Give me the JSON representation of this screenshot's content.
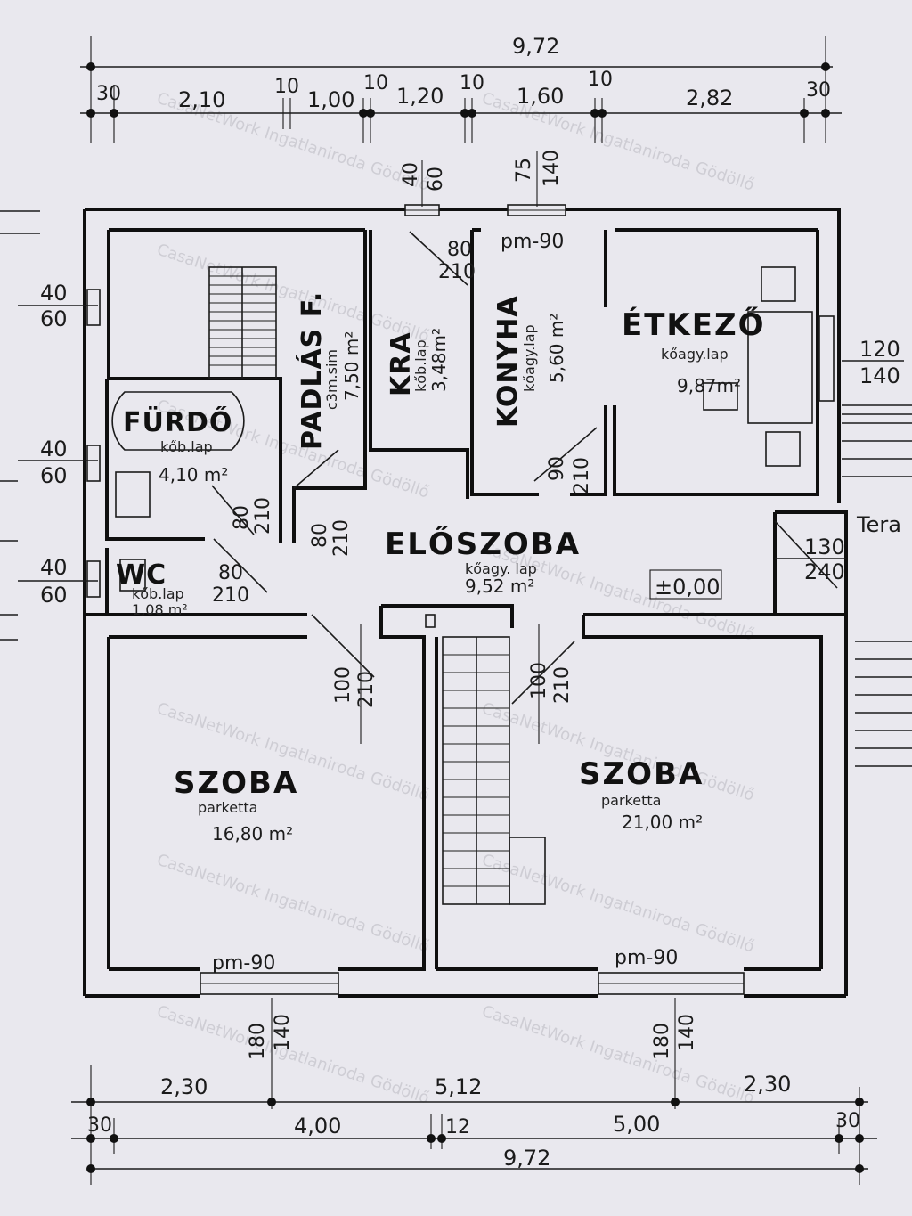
{
  "dimensions": {
    "top_total": "9,72",
    "top_segments": [
      "30",
      "2,10",
      "10",
      "1,00",
      "10",
      "1,20",
      "10",
      "1,60",
      "10",
      "2,82",
      "30"
    ],
    "bottom_row1": [
      "2,30",
      "5,12",
      "2,30"
    ],
    "bottom_row2": [
      "30",
      "4,00",
      "12",
      "5,00",
      "30"
    ],
    "bottom_total": "9,72",
    "left_windows": [
      [
        "40",
        "60"
      ],
      [
        "40",
        "60"
      ],
      [
        "40",
        "60"
      ]
    ],
    "top_window_1": [
      "40",
      "60"
    ],
    "top_window_2": [
      "75",
      "140"
    ],
    "right_window": [
      "120",
      "140"
    ],
    "terrace_door": [
      "130",
      "240"
    ],
    "bottom_windows": [
      [
        "180",
        "140"
      ],
      [
        "180",
        "140"
      ]
    ]
  },
  "door_labels": {
    "kamra_door": [
      "80",
      "210"
    ],
    "furdo_door": [
      "80",
      "210"
    ],
    "padlas_door": [
      "80",
      "210"
    ],
    "wc_door": [
      "80",
      "210"
    ],
    "eloszoba_door": [
      "90",
      "210"
    ],
    "szoba1_door": [
      "100",
      "210"
    ],
    "szoba2_door": [
      "100",
      "210"
    ]
  },
  "window_labels": {
    "pm_top": "pm-90",
    "pm_bottom_left": "pm-90",
    "pm_bottom_right": "pm-90"
  },
  "rooms": {
    "furdo": {
      "name": "FÜRDŐ",
      "floor": "kőb.lap",
      "area": "4,10 m²"
    },
    "padlas": {
      "name": "PADLÁS F.",
      "floor": "c3m.sim",
      "area": "7,50 m²"
    },
    "kamra": {
      "name": "KRA",
      "floor": "kőb.lap",
      "area": "3,48m²"
    },
    "konyha": {
      "name": "KONYHA",
      "floor": "kőagy.lap",
      "area": "5,60 m²"
    },
    "etkezo": {
      "name": "ÉTKEZŐ",
      "floor": "kőagy.lap",
      "area": "9,87m²"
    },
    "eloszoba": {
      "name": "ELŐSZOBA",
      "floor": "kőagy. lap",
      "area": "9,52 m²"
    },
    "wc": {
      "name": "WC",
      "floor": "kőb.lap",
      "area": "1,08 m²"
    },
    "szoba1": {
      "name": "SZOBA",
      "floor": "parketta",
      "area": "16,80 m²"
    },
    "szoba2": {
      "name": "SZOBA",
      "floor": "parketta",
      "area": "21,00 m²"
    }
  },
  "level_mark": "±0,00",
  "terrace_label": "Tera",
  "watermark": "CasaNetWork Ingatlaniroda Gödöllő"
}
